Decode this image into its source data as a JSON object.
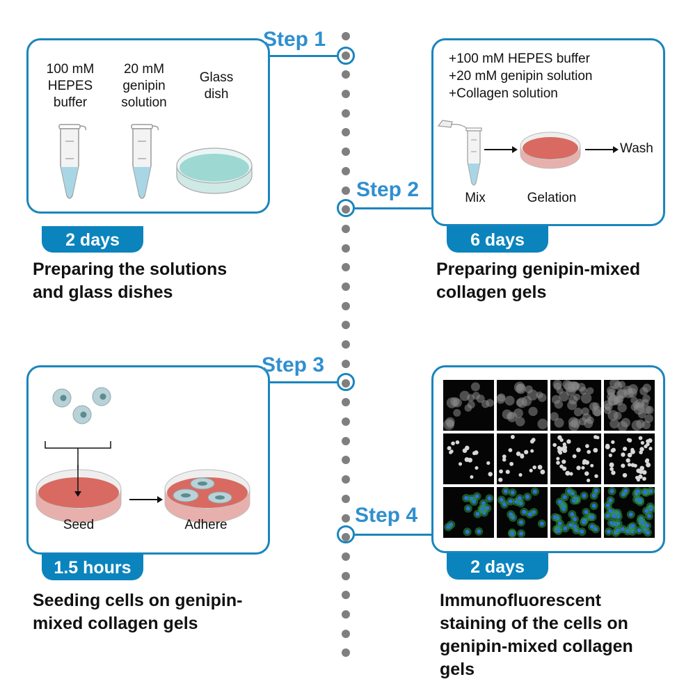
{
  "steps": [
    {
      "label": "Step 1",
      "duration": "2 days",
      "caption_lines": [
        "Preparing the solutions",
        "and glass dishes"
      ],
      "items": [
        {
          "lines": [
            "100 mM",
            "HEPES",
            "buffer"
          ],
          "icon": "microtube-icon"
        },
        {
          "lines": [
            "20 mM",
            "genipin",
            "solution"
          ],
          "icon": "microtube-icon"
        },
        {
          "lines": [
            "Glass",
            "dish"
          ],
          "icon": "petri-dish-icon"
        }
      ]
    },
    {
      "label": "Step 2",
      "duration": "6 days",
      "caption_lines": [
        "Preparing genipin-mixed",
        "collagen gels"
      ],
      "ingredients": [
        "+100 mM HEPES buffer",
        "+20 mM genipin solution",
        "+Collagen solution"
      ],
      "flow": [
        {
          "label": "Mix",
          "icon": "open-microtube-icon"
        },
        {
          "label": "Gelation",
          "icon": "gel-dish-icon"
        },
        {
          "label": "Wash",
          "icon": null
        }
      ]
    },
    {
      "label": "Step 3",
      "duration": "1.5 hours",
      "caption_lines": [
        "Seeding cells on genipin-",
        "mixed collagen gels"
      ],
      "flow": [
        {
          "label": "Seed",
          "icon": "seed-dish-icon"
        },
        {
          "label": "Adhere",
          "icon": "adhered-cells-dish-icon"
        }
      ]
    },
    {
      "label": "Step 4",
      "duration": "2 days",
      "caption_lines": [
        "Immunofluorescent",
        "staining of the cells on",
        "genipin-mixed collagen",
        "gels"
      ],
      "micrograph_grid": {
        "rows": 3,
        "cols": 4,
        "row_types": [
          "grayscale-cytoplasm",
          "grayscale-nuclei",
          "merged-green-blue"
        ]
      }
    }
  ],
  "colors": {
    "accent": "#1a85bd",
    "badge": "#0b84bd",
    "step_text": "#2f8fd0",
    "dots": "#7f7f7f",
    "liquid_blue": "#a9d6e5",
    "dish_teal": "#9ed8d2",
    "gel_red": "#d86a62",
    "dish_pink": "#e8b0ac"
  }
}
